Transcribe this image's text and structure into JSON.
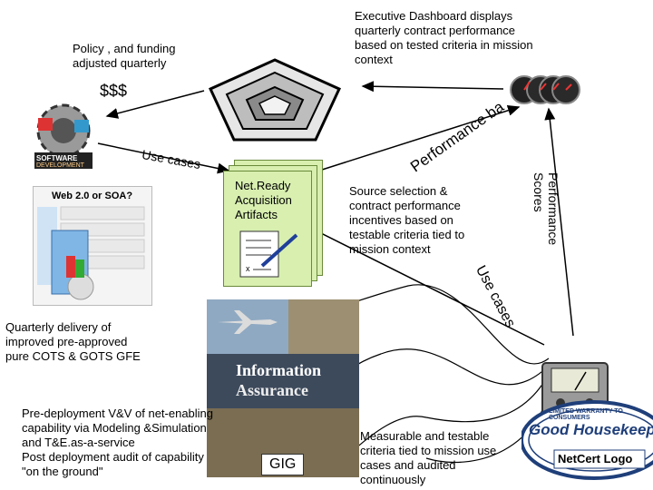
{
  "labels": {
    "exec_dashboard": "Executive Dashboard displays\nquarterly contract performance\nbased on tested criteria in mission\ncontext",
    "policy_funding": "Policy , and funding\nadjusted quarterly",
    "dollars": "$$$",
    "use_cases_top": "Use cases",
    "performance_basis": "Performance basis",
    "performance_scores_1": "Performance",
    "performance_scores_2": "Scores",
    "netready_artifacts": "Net.Ready\nAcquisition\nArtifacts",
    "source_selection": "Source selection &\ncontract performance\nincentives based on\ntestable criteria tied to\nmission context",
    "use_cases_right": "Use cases",
    "quarterly_delivery": "Quarterly delivery of\nimproved pre-approved\npure COTS & GOTS GFE",
    "predeployment": "Pre-deployment V&V of net-enabling\ncapability via Modeling &Simulation\nand T&E.as-a-service\nPost deployment audit of capability\n\"on the ground\"",
    "gig": "GIG",
    "measurable": "Measurable and testable\ncriteria tied to mission use\ncases and audited\ncontinuously",
    "netcert_logo": "NetCert Logo",
    "info_assurance_1": "Information",
    "info_assurance_2": "Assurance",
    "software_dev_1": "SOFTWARE",
    "software_dev_2": "DEVELOPMENT",
    "web20_title": "Web 2.0 or SOA?",
    "seal_line1": "LIMITED WARRANTY TO CONSUMERS",
    "seal_line2": "Good Housekeeping"
  },
  "colors": {
    "arrow": "#000000",
    "doc_green": "#d8efb0",
    "pentagon_gray": "#9a9a9a",
    "seal_navy": "#1f3f7a"
  },
  "icons": {
    "pentagon": "pentagon-icon",
    "gauges": "gauge-cluster-icon",
    "gear": "software-gear-icon",
    "box": "web20-box-icon",
    "documents": "document-stack-icon",
    "collage": "information-assurance-collage",
    "tester": "test-meter-icon",
    "seal": "good-housekeeping-seal"
  }
}
